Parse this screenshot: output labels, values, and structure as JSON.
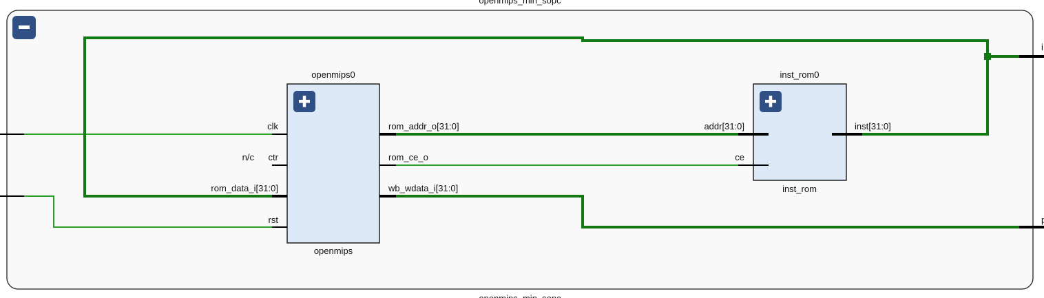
{
  "diagram": {
    "top_title": "openmips_min_sopc",
    "bottom_title": "openmips_min_sopc",
    "collapse_icon": "minus-icon",
    "expand_icon": "plus-icon",
    "colors": {
      "frame_fill": "#f9f9f9",
      "frame_stroke": "#222222",
      "block_fill": "#dde9f7",
      "block_stroke": "#222222",
      "button_fill": "#2f4f85",
      "bus_wire": "#137a13",
      "single_wire": "#2aa02a",
      "pin": "#000000"
    }
  },
  "blocks": {
    "openmips0": {
      "instance": "openmips0",
      "module": "openmips",
      "ports_left": {
        "clk": "clk",
        "ctr": "ctr",
        "ctr_nc": "n/c",
        "rom_data_i": "rom_data_i[31:0]",
        "rst": "rst"
      },
      "ports_right": {
        "rom_addr_o": "rom_addr_o[31:0]",
        "rom_ce_o": "rom_ce_o",
        "wb_wdata_i": "wb_wdata_i[31:0]"
      }
    },
    "inst_rom0": {
      "instance": "inst_rom0",
      "module": "inst_rom",
      "ports_left": {
        "addr": "addr[31:0]",
        "ce": "ce"
      },
      "ports_right": {
        "inst": "inst[31:0]"
      }
    }
  },
  "external_ports": {
    "top_right": "i",
    "bottom_right": "p"
  }
}
